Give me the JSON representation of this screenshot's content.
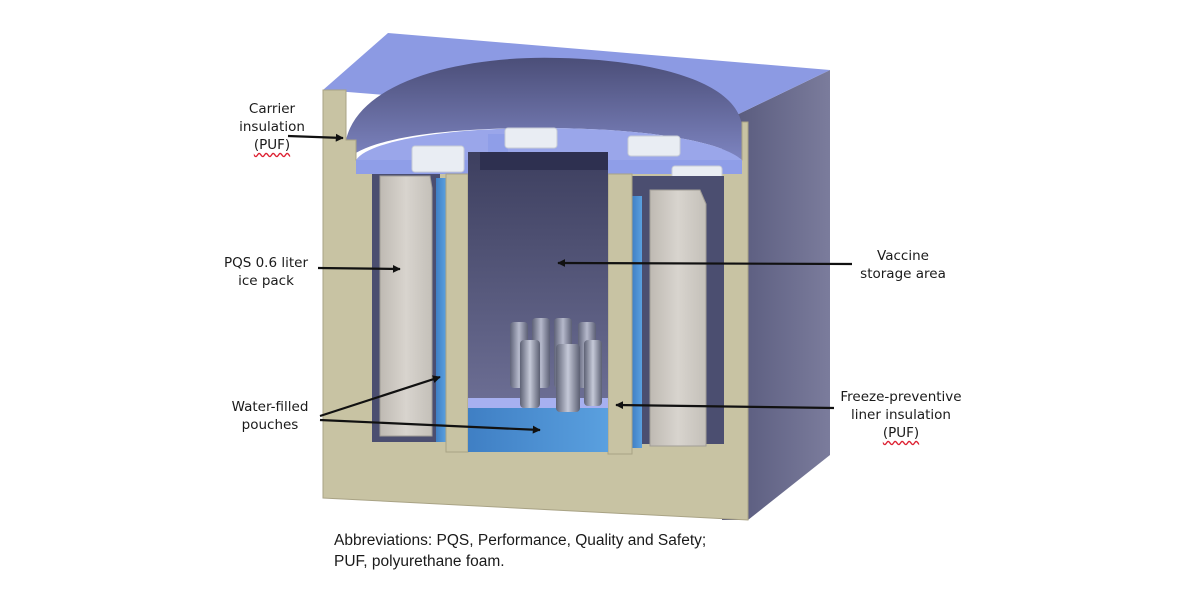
{
  "labels": {
    "carrier_insulation": [
      "Carrier",
      "insulation",
      "(PUF)"
    ],
    "ice_pack": [
      "PQS 0.6 liter",
      "ice pack"
    ],
    "water_pouches": [
      "Water-filled",
      "pouches"
    ],
    "vaccine_storage": [
      "Vaccine",
      "storage area"
    ],
    "freeze_liner": [
      "Freeze-preventive",
      "liner insulation",
      "(PUF)"
    ]
  },
  "abbreviations": [
    "Abbreviations: PQS, Performance, Quality and Safety;",
    "PUF, polyurethane foam."
  ],
  "colors": {
    "insulation": "#c8c3a3",
    "lid_blue": "#8f9ee8",
    "pouch_blue": "#4b8fd1",
    "interior": "#5a5c80",
    "side_face": "#6a6a8a",
    "ice_pack": "#d3cfc8",
    "arrow": "#111111"
  }
}
